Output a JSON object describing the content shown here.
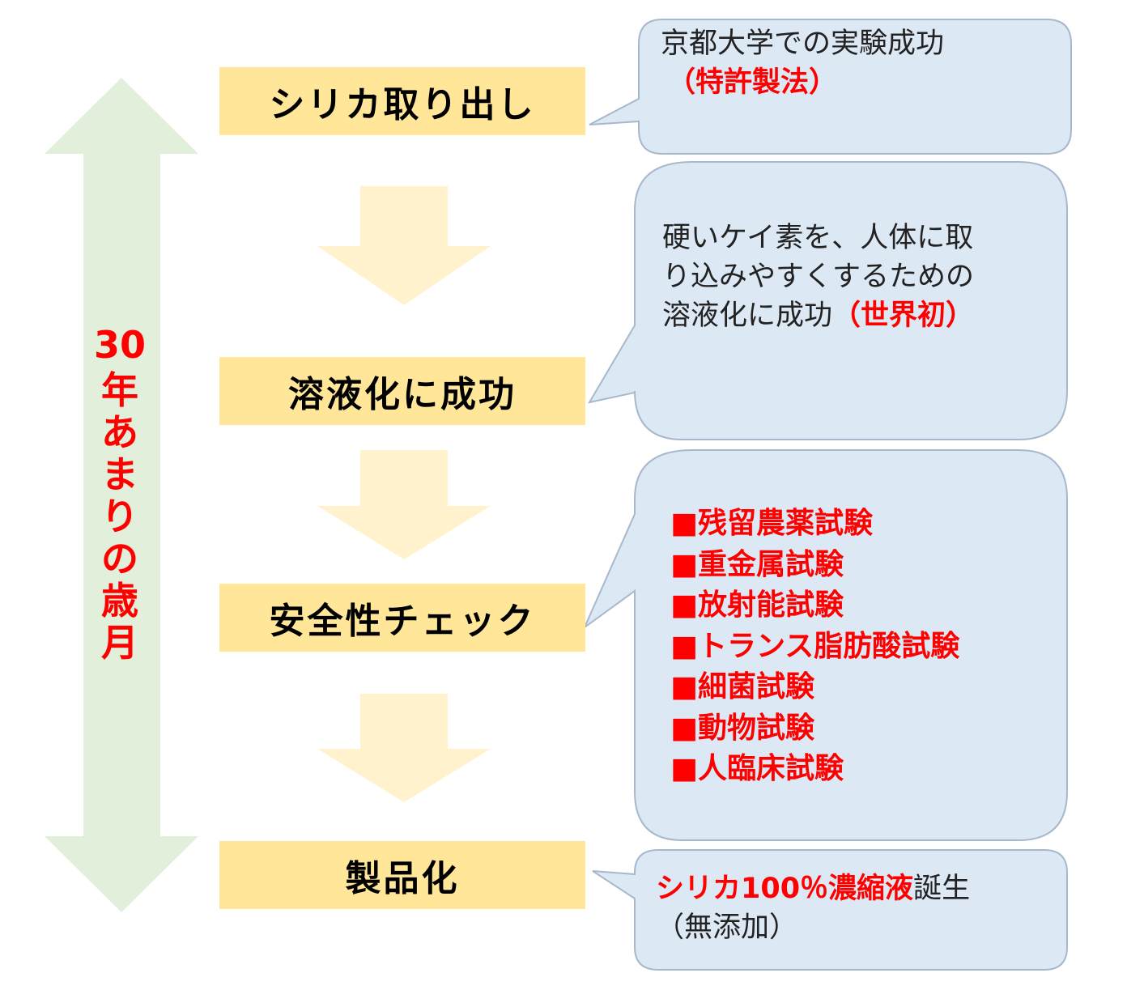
{
  "colors": {
    "step_fill": "#ffe699",
    "down_arrow_fill": "#fff2cc",
    "timeline_arrow_fill": "#e2efda",
    "bubble_fill": "#dde8f5",
    "bubble_border": "#a8b8cc",
    "accent_red": "#ff0000"
  },
  "timeline": {
    "number": "30",
    "chars": [
      "年",
      "あ",
      "ま",
      "り",
      "の",
      "歳",
      "月"
    ]
  },
  "steps": [
    {
      "label": "シリカ取り出し"
    },
    {
      "label": "溶液化に成功"
    },
    {
      "label": "安全性チェック"
    },
    {
      "label": "製品化"
    }
  ],
  "bubbles": {
    "b1": {
      "line1": "京都大学での実験成功",
      "highlight": "（特許製法）"
    },
    "b2": {
      "line1": "硬いケイ素を、人体に取",
      "line2": "り込みやすくするための",
      "line3": "溶液化に成功",
      "highlight": "（世界初）"
    },
    "b3": {
      "items": [
        "■残留農薬試験",
        "■重金属試験",
        "■放射能試験",
        "■トランス脂肪酸試験",
        "■細菌試験",
        "■動物試験",
        "■人臨床試験"
      ]
    },
    "b4": {
      "highlight": "シリカ100％濃縮液",
      "line1_rest": "誕生",
      "line2": "（無添加）"
    }
  }
}
